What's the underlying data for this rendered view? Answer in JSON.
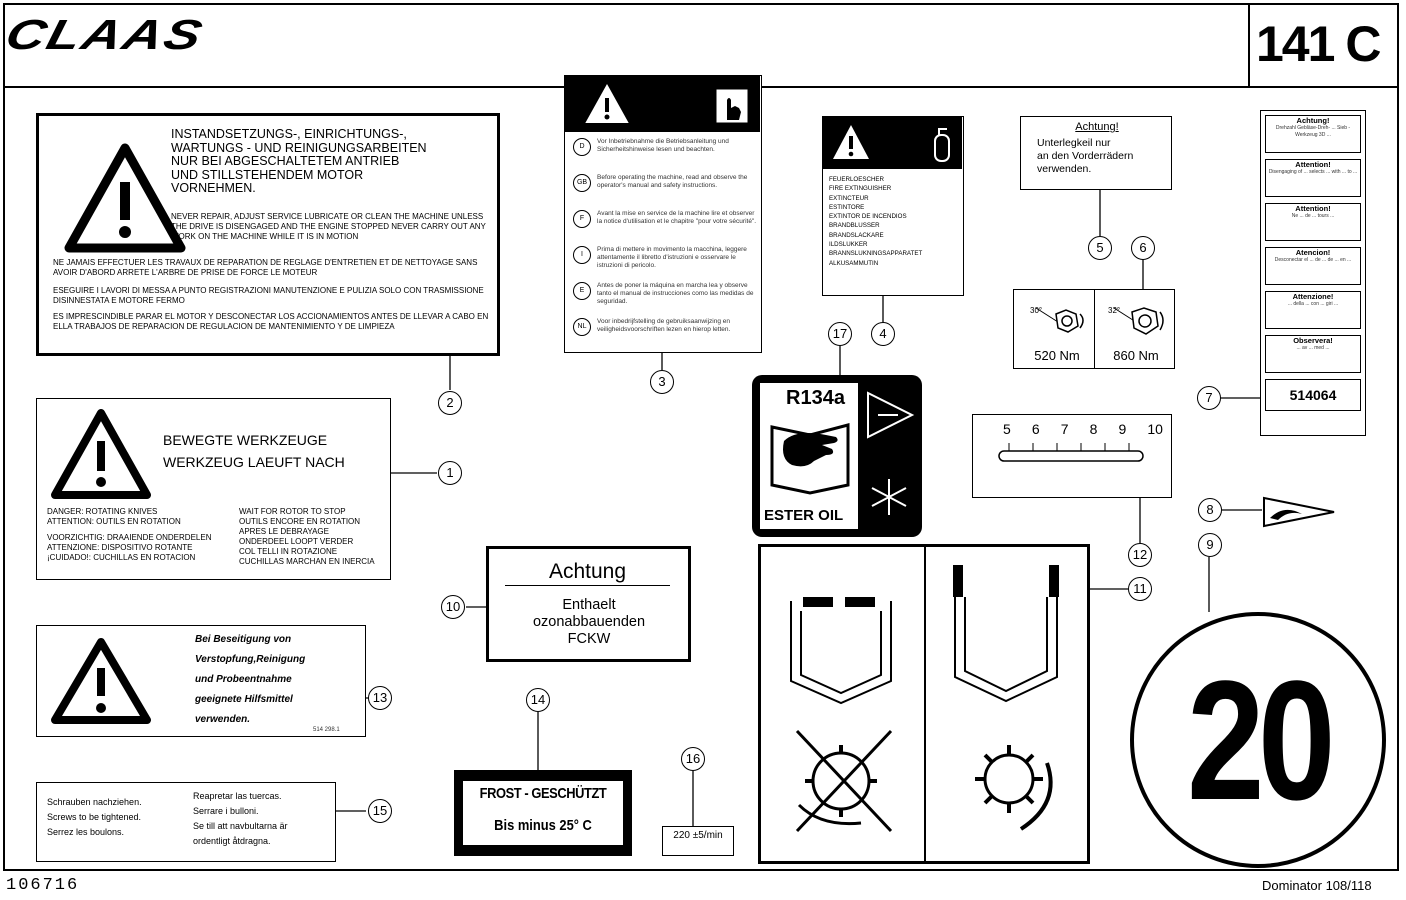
{
  "brand": "CLAAS",
  "model": "141 C",
  "doc_number": "106716",
  "footer_model": "Dominator 108/118",
  "callouts": [
    "1",
    "2",
    "3",
    "4",
    "5",
    "6",
    "7",
    "8",
    "9",
    "10",
    "11",
    "12",
    "13",
    "14",
    "15",
    "16",
    "17"
  ],
  "label2": {
    "heading": [
      "INSTANDSETZUNGS-, EINRICHTUNGS-,",
      "WARTUNGS - UND REINIGUNGSARBEITEN",
      "NUR BEI ABGESCHALTETEM ANTRIEB",
      "UND STILLSTEHENDEM MOTOR",
      "VORNEHMEN."
    ],
    "en": "NEVER REPAIR, ADJUST SERVICE LUBRICATE OR CLEAN THE MACHINE UNLESS THE DRIVE IS DISENGAGED AND THE ENGINE STOPPED NEVER CARRY OUT ANY WORK ON THE MACHINE WHILE IT IS IN MOTION",
    "fr": "NE JAMAIS EFFECTUER LES TRAVAUX DE REPARATION DE REGLAGE D'ENTRETIEN ET DE NETTOYAGE SANS AVOIR D'ABORD ARRETE L'ARBRE DE PRISE DE FORCE LE MOTEUR",
    "it": "ESEGUIRE I LAVORI DI MESSA A PUNTO REGISTRAZIONI MANUTENZIONE E PULIZIA SOLO CON TRASMISSIONE DISINNESTATA E MOTORE FERMO",
    "es": "ES IMPRESCINDIBLE PARAR EL MOTOR Y DESCONECTAR LOS ACCIONAMIENTOS ANTES DE LLEVAR A CABO EN ELLA TRABAJOS DE REPARACION DE REGULACION DE MANTENIMIENTO Y DE LIMPIEZA"
  },
  "label1": {
    "heading": [
      "BEWEGTE WERKZEUGE",
      "WERKZEUG LAEUFT NACH"
    ],
    "left": [
      "DANGER: ROTATING KNIVES",
      "ATTENTION: OUTILS EN ROTATION",
      "",
      "VOORZICHTIG: DRAAIENDE ONDERDELEN",
      "ATTENZIONE: DISPOSITIVO ROTANTE",
      "¡CUIDADO!: CUCHILLAS EN ROTACION"
    ],
    "right": [
      "WAIT FOR ROTOR TO STOP",
      "OUTILS ENCORE EN ROTATION",
      "APRES LE DEBRAYAGE",
      "ONDERDEEL LOOPT VERDER",
      "COL TELLI IN ROTAZIONE",
      "CUCHILLAS MARCHAN EN INERCIA"
    ]
  },
  "label3": {
    "rows": [
      {
        "code": "D",
        "text": "Vor Inbetriebnahme die Betriebsanleitung und Sicherheitshinweise lesen und beachten."
      },
      {
        "code": "GB",
        "text": "Before operating the machine, read and observe the operator's manual and safety instructions."
      },
      {
        "code": "F",
        "text": "Avant la mise en service de la machine lire et observer la notice d'utilisation et le chapitre \"pour votre sécurité\"."
      },
      {
        "code": "I",
        "text": "Prima di mettere in movimento la macchina, leggere attentamente il libretto d'istruzioni e osservare le istruzioni di pericolo."
      },
      {
        "code": "E",
        "text": "Antes de poner la máquina en marcha lea y observe tanto el manual de instrucciones como las medidas de seguridad."
      },
      {
        "code": "NL",
        "text": "Voor inbedrijfstelling de gebruiksaanwijzing en veiligheidsvoorschriften lezen en hierop letten."
      }
    ]
  },
  "label4": {
    "items": [
      "FEUERLOESCHER",
      "FIRE EXTINGUISHER",
      "EXTINCTEUR",
      "ESTINTORE",
      "EXTINTOR DE INCENDIOS",
      "BRANDBLUSSER",
      "BRANDSLACKARE",
      "ILDSLUKKER",
      "BRANNSLUKNINGSAPPARATET",
      "ALKUSAMMUTIN"
    ]
  },
  "label5": {
    "title": "Achtung!",
    "lines": [
      "Unterlegkeil nur",
      "an den Vorderrädern",
      "verwenden."
    ]
  },
  "label6": {
    "left_angle": "30°",
    "left_torque": "520 Nm",
    "right_angle": "32°",
    "right_torque": "860 Nm"
  },
  "label7": {
    "sections": [
      {
        "title": "Achtung!",
        "text": "Drehzahl Gebläse-Dreh- ... Sieb - Werkzeug 3D ..."
      },
      {
        "title": "Attention!",
        "text": "Disengaging of ... selects ... with ... to ..."
      },
      {
        "title": "Attention!",
        "text": "Ne ... de ... tours ..."
      },
      {
        "title": "Atencion!",
        "text": "Desconectar el ... de ... de ... en ..."
      },
      {
        "title": "Attenzione!",
        "text": "... della ... con ... giri ..."
      },
      {
        "title": "Observera!",
        "text": "... av ... med ..."
      }
    ],
    "part_no": "514064"
  },
  "label10": {
    "title": "Achtung",
    "lines": [
      "Enthaelt",
      "ozonabbauenden",
      "FCKW"
    ]
  },
  "label12": {
    "scale": [
      "5",
      "6",
      "7",
      "8",
      "9",
      "10"
    ]
  },
  "label13": {
    "lines": [
      "Bei Beseitigung von",
      "Verstopfung,Reinigung",
      "und Probeentnahme",
      "geeignete Hilfsmittel",
      "verwenden."
    ],
    "part_no": "514 298.1"
  },
  "label14": {
    "line1": "FROST - GESCHÜTZT",
    "line2": "Bis minus 25° C"
  },
  "label15": {
    "left": [
      "Schrauben nachziehen.",
      "Screws to be tightened.",
      "Serrez les boulons."
    ],
    "right": [
      "Reapretar las tuercas.",
      "Serrare i bulloni.",
      "Se till att navbultarna är",
      "ordentligt åtdragna."
    ]
  },
  "label16": {
    "text": "220 ±5/min"
  },
  "label17": {
    "refrigerant": "R134a",
    "oil": "ESTER OIL"
  },
  "label9": {
    "speed": "20"
  }
}
